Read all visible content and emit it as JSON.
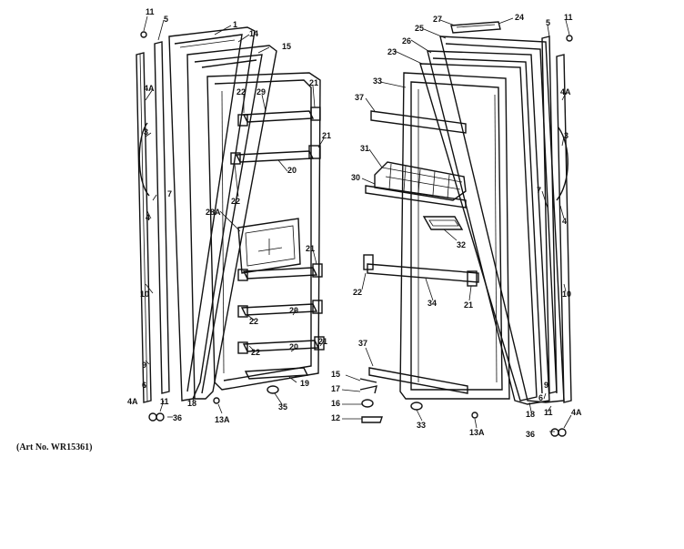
{
  "caption": "(Art No. WR15361)",
  "callouts": {
    "l11a": "11",
    "l5a": "5",
    "l1": "1",
    "l14": "14",
    "l15a": "15",
    "l22a": "22",
    "l29a": "29",
    "l21a": "21",
    "l4Aa": "4A",
    "l3a": "3",
    "l21b": "21",
    "l20a": "20",
    "l7a": "7",
    "l4a": "4",
    "l22b": "22",
    "l28A": "28A",
    "l21c": "21",
    "l10a": "10",
    "l22c": "22",
    "l20b": "20",
    "l22d": "22",
    "l20c": "20",
    "l21d": "21",
    "l9a": "9",
    "l6a": "6",
    "l4Ab": "4A",
    "l11b": "11",
    "l36a": "36",
    "l18a": "18",
    "l13Aa": "13A",
    "l35": "35",
    "l19": "19",
    "l27": "27",
    "l24": "24",
    "l25": "25",
    "l26": "26",
    "l23": "23",
    "l5b": "5",
    "l11c": "11",
    "l33": "33",
    "l37a": "37",
    "l4Ac": "4A",
    "l3b": "3",
    "l31": "31",
    "l30": "30",
    "l7b": "7",
    "l4b": "4",
    "l32": "32",
    "l22e": "22",
    "l34": "34",
    "l21e": "21",
    "l10b": "10",
    "l37b": "37",
    "l15b": "15",
    "l17": "17",
    "l16": "16",
    "l12": "12",
    "l33b": "33",
    "l13Ab": "13A",
    "l18b": "18",
    "l9b": "9",
    "l6b": "6",
    "l11d": "11",
    "l4Ad": "4A",
    "l36b": "36"
  }
}
